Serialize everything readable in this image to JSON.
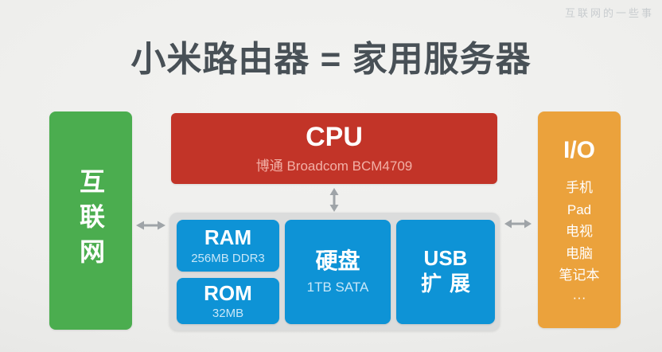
{
  "page": {
    "title": "小米路由器 = 家用服务器",
    "watermark": "互联网的一些事"
  },
  "colors": {
    "background": "#EDEDEB",
    "title_text": "#485056",
    "internet_green": "#4BAD4F",
    "cpu_red": "#C23428",
    "module_blue": "#0E93D6",
    "io_orange": "#EBA23C",
    "board_gray": "#DBDCDC",
    "arrow_gray": "#9FA4A8"
  },
  "nodes": {
    "internet": {
      "label": "互联网"
    },
    "cpu": {
      "title": "CPU",
      "subtitle": "博通 Broadcom BCM4709"
    },
    "ram": {
      "title": "RAM",
      "subtitle": "256MB DDR3"
    },
    "rom": {
      "title": "ROM",
      "subtitle": "32MB"
    },
    "disk": {
      "title": "硬盘",
      "subtitle": "1TB SATA"
    },
    "usb": {
      "line1": "USB",
      "line2": "扩展"
    },
    "io": {
      "title": "I/O",
      "items": [
        "手机",
        "Pad",
        "电视",
        "电脑",
        "笔记本",
        "···"
      ]
    }
  }
}
